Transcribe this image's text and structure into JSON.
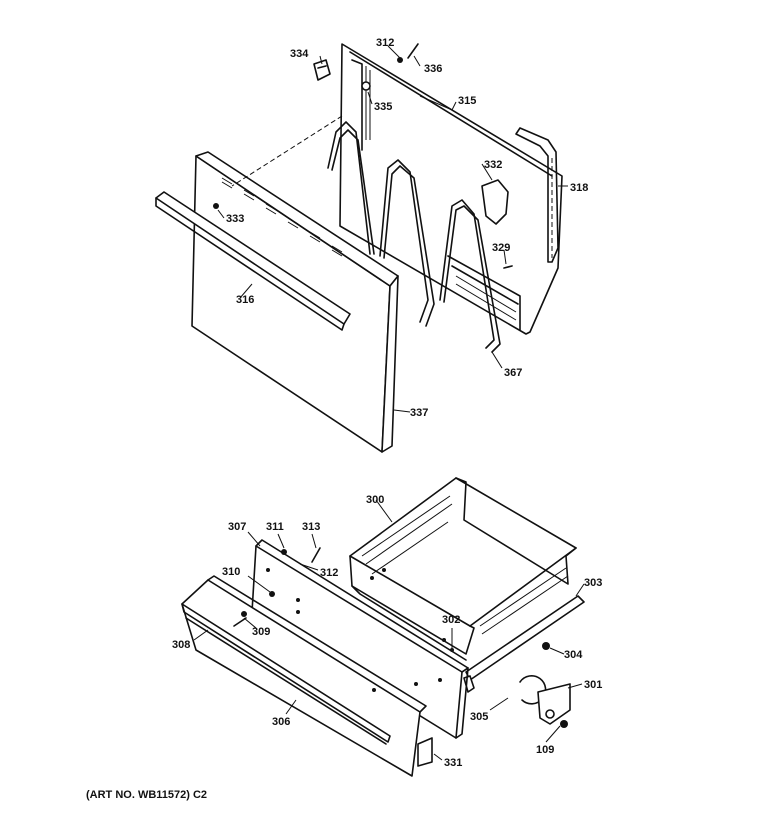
{
  "art_number": "(ART NO. WB11572) C2",
  "callouts": {
    "c334": "334",
    "c312a": "312",
    "c336": "336",
    "c335": "335",
    "c315": "315",
    "c333": "333",
    "c332": "332",
    "c318": "318",
    "c329": "329",
    "c316": "316",
    "c367": "367",
    "c337": "337",
    "c300": "300",
    "c307": "307",
    "c311": "311",
    "c313": "313",
    "c312b": "312",
    "c310": "310",
    "c303": "303",
    "c302": "302",
    "c308": "308",
    "c309": "309",
    "c304": "304",
    "c301": "301",
    "c305": "305",
    "c306": "306",
    "c109": "109",
    "c331": "331"
  }
}
